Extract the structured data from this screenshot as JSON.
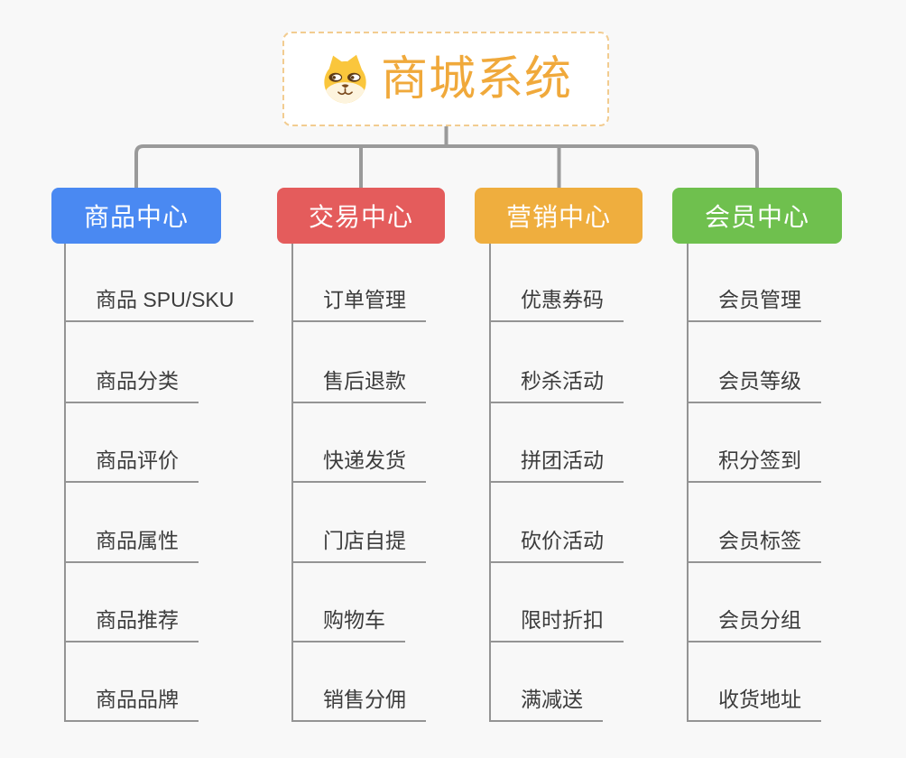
{
  "root": {
    "title": "商城系统",
    "icon": "dog-face-icon",
    "title_color": "#f0a93b",
    "border_color": "#f2cc90"
  },
  "connector_color": "#9a9a9a",
  "branches": [
    {
      "label": "商品中心",
      "color": "#4a89f2",
      "items": [
        "商品 SPU/SKU",
        "商品分类",
        "商品评价",
        "商品属性",
        "商品推荐",
        "商品品牌"
      ]
    },
    {
      "label": "交易中心",
      "color": "#e45c5c",
      "items": [
        "订单管理",
        "售后退款",
        "快递发货",
        "门店自提",
        "购物车",
        "销售分佣"
      ]
    },
    {
      "label": "营销中心",
      "color": "#efae3e",
      "items": [
        "优惠券码",
        "秒杀活动",
        "拼团活动",
        "砍价活动",
        "限时折扣",
        "满减送"
      ]
    },
    {
      "label": "会员中心",
      "color": "#6fc04e",
      "items": [
        "会员管理",
        "会员等级",
        "积分签到",
        "会员标签",
        "会员分组",
        "收货地址"
      ]
    }
  ]
}
